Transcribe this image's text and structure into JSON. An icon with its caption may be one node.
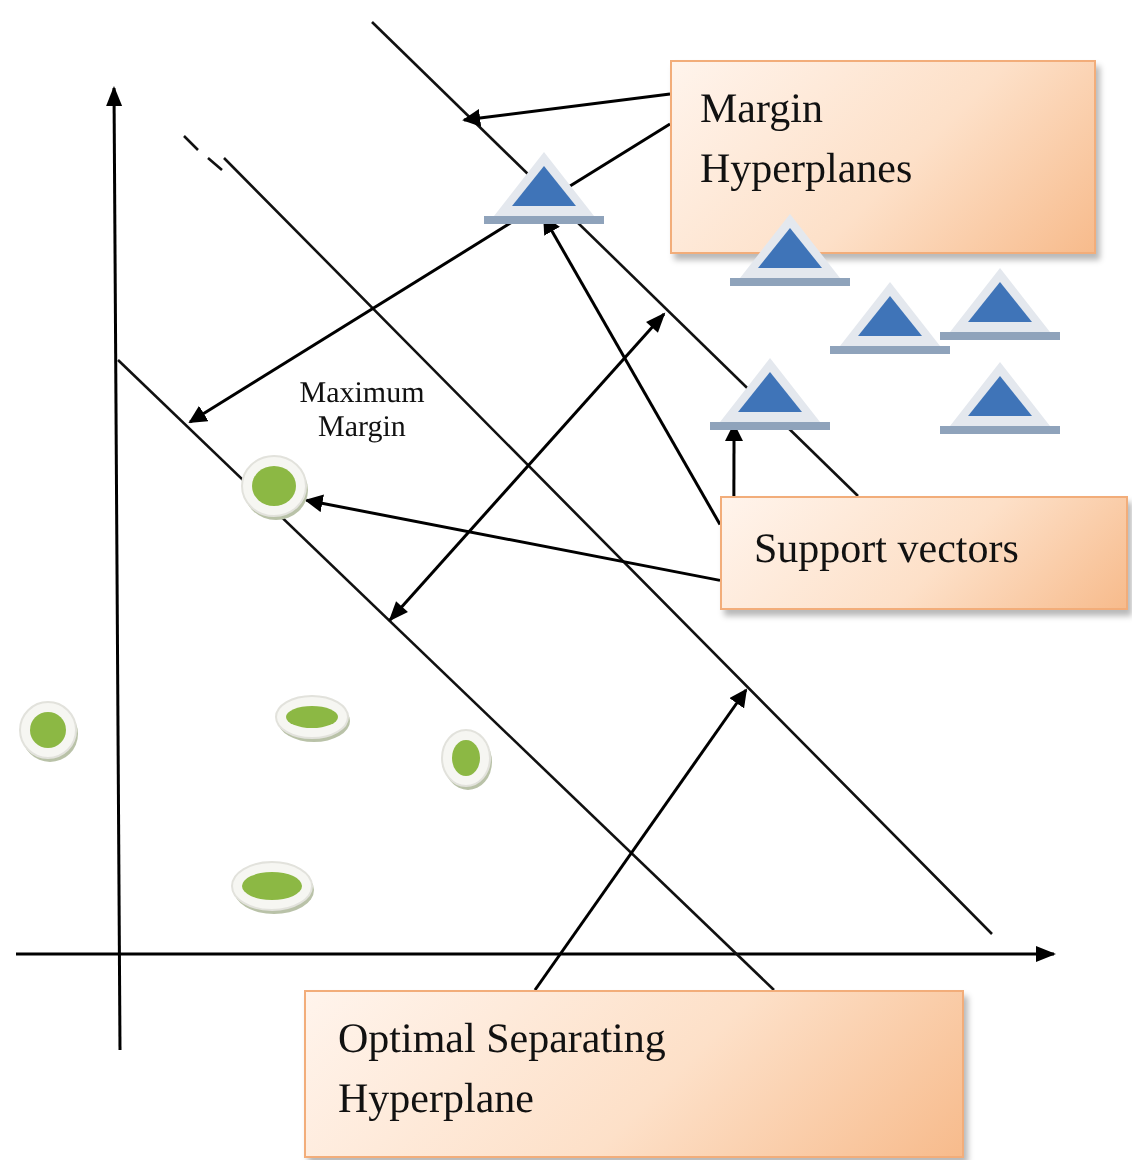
{
  "diagram": {
    "nodes": [
      {
        "text": [
          "Margin Hyperplanes"
        ]
      },
      {
        "text": [
          "Support vectors"
        ]
      },
      {
        "text": [
          "Optimal Separating Hyperplane"
        ]
      },
      {
        "text": [],
        "shape": "triangle"
      },
      {
        "text": [],
        "shape": "triangle"
      },
      {
        "text": [],
        "shape": "triangle"
      },
      {
        "text": [],
        "shape": "triangle"
      },
      {
        "text": [],
        "shape": "triangle"
      },
      {
        "text": [],
        "shape": "triangle"
      },
      {
        "text": [],
        "shape": "circle"
      },
      {
        "text": [],
        "shape": "circle"
      },
      {
        "text": [],
        "shape": "circle"
      },
      {
        "text": [],
        "shape": "circle"
      },
      {
        "text": [],
        "shape": "circle"
      }
    ],
    "edges": [
      {
        "from": 0,
        "to": null,
        "arrow": "to"
      },
      {
        "from": 0,
        "to": null,
        "arrow": "to"
      },
      {
        "from": 1,
        "to": 3,
        "arrow": "to"
      },
      {
        "from": 1,
        "to": 7,
        "arrow": "to"
      },
      {
        "from": 1,
        "to": 9,
        "arrow": "to"
      },
      {
        "from": 2,
        "to": null,
        "arrow": "to"
      }
    ],
    "labels": [
      "Maximum Margin"
    ]
  }
}
